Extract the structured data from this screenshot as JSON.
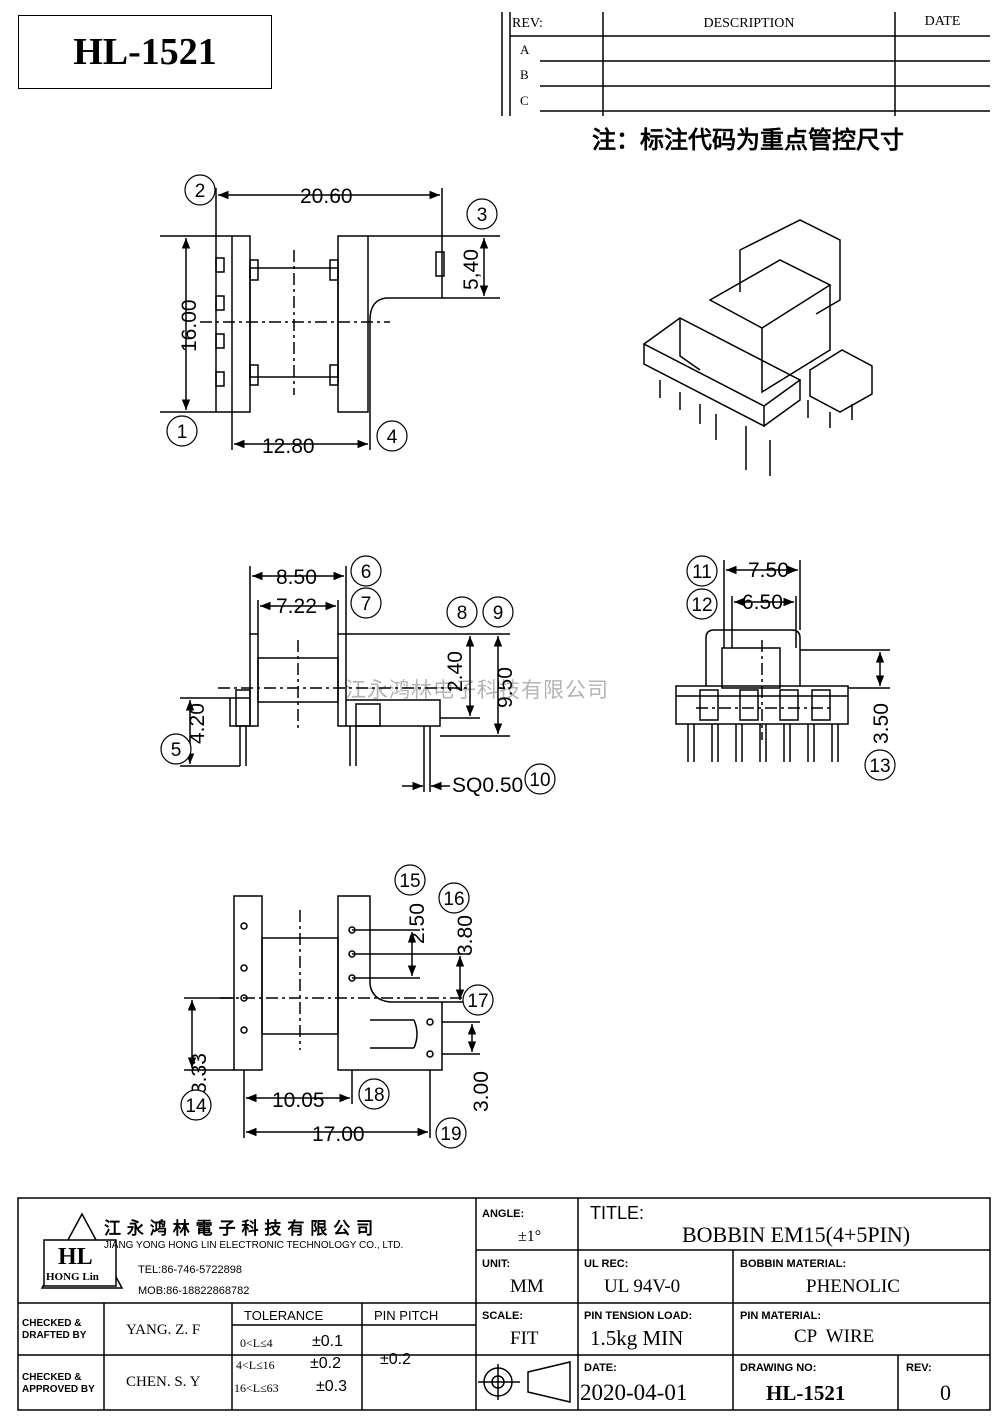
{
  "part_box": {
    "code": "HL-1521"
  },
  "revision": {
    "headers": {
      "rev": "REV:",
      "description": "DESCRIPTION",
      "date": "DATE"
    },
    "rows": [
      "A",
      "B",
      "C"
    ]
  },
  "note": "注：标注代码为重点管控尺寸",
  "dimensions": {
    "top_width": "20.60",
    "top_height": "16.00",
    "top_notch": "5,40",
    "top_base": "12.80",
    "side_w1": "8.50",
    "side_w2": "7.22",
    "side_h1": "2.40",
    "side_h2": "9.50",
    "side_h3": "4.20",
    "side_pin": "SQ0.50",
    "front_w1": "7.50",
    "front_w2": "6.50",
    "front_h": "3.50",
    "bottom_h1": "2.50",
    "bottom_h2": "3.80",
    "bottom_l": "3.33",
    "bottom_r": "3.00",
    "bottom_w1": "10.05",
    "bottom_w2": "17.00"
  },
  "callouts": [
    "1",
    "2",
    "3",
    "4",
    "5",
    "6",
    "7",
    "8",
    "9",
    "10",
    "11",
    "12",
    "13",
    "14",
    "15",
    "16",
    "17",
    "18",
    "19"
  ],
  "watermark": "江永鸿林电子科技有限公司",
  "company": {
    "name_cn": "江 永 鸿 林 電 子 科 技 有 限 公 司",
    "name_en": "JIANG YONG HONG LIN ELECTRONIC TECHNOLOGY CO., LTD.",
    "logo_text": "HL",
    "logo_sub": "HONG Lin",
    "tel": "TEL:86-746-5722898",
    "mob": "MOB:86-18822868782"
  },
  "title_block": {
    "angle_label": "ANGLE:",
    "angle_value": "±1°",
    "title_label": "TITLE:",
    "title_value": "BOBBIN EM15(4+5PIN)",
    "unit_label": "UNIT:",
    "unit_value": "MM",
    "ul_label": "UL REC:",
    "ul_value": "UL 94V-0",
    "bobbin_mat_label": "BOBBIN MATERIAL:",
    "bobbin_mat_value": "PHENOLIC",
    "scale_label": "SCALE:",
    "scale_value": "FIT",
    "tension_label": "PIN TENSION LOAD:",
    "tension_value": "1.5kg MIN",
    "pin_mat_label": "PIN MATERIAL:",
    "pin_mat_value": "CP  WIRE",
    "date_label": "DATE:",
    "date_value": "2020-04-01",
    "drawing_label": "DRAWING NO:",
    "drawing_value": "HL-1521",
    "rev_label": "REV:",
    "rev_value": "0",
    "checked_drafted": "CHECKED &\nDRAFTED BY",
    "drafted_by": "YANG. Z. F",
    "checked_approved": "CHECKED &\nAPPROVED BY",
    "approved_by": "CHEN. S. Y",
    "tolerance_label": "TOLERANCE",
    "tolerances": [
      {
        "range": "0<L≤4",
        "value": "±0.1"
      },
      {
        "range": "4<L≤16",
        "value": "±0.2"
      },
      {
        "range": "16<L≤63",
        "value": "±0.3"
      }
    ],
    "pin_pitch_label": "PIN PITCH",
    "pin_pitch_value": "±0.2"
  }
}
